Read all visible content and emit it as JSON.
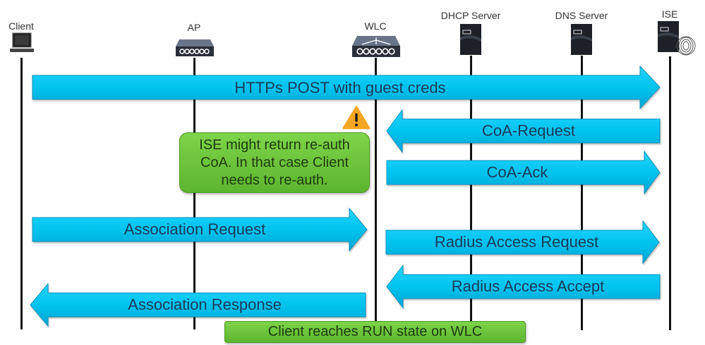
{
  "participants": [
    {
      "id": "client",
      "label": "Client",
      "icon": "laptop-icon"
    },
    {
      "id": "ap",
      "label": "AP",
      "icon": "access-point-icon"
    },
    {
      "id": "wlc",
      "label": "WLC",
      "icon": "wireless-controller-icon"
    },
    {
      "id": "dhcp",
      "label": "DHCP Server",
      "icon": "server-icon"
    },
    {
      "id": "dns",
      "label": "DNS Server",
      "icon": "server-icon"
    },
    {
      "id": "ise",
      "label": "ISE",
      "icon": "server-fingerprint-icon"
    }
  ],
  "messages": [
    {
      "label": "HTTPs POST with guest creds",
      "from": "client",
      "to": "ise",
      "direction": "right"
    },
    {
      "label": "CoA-Request",
      "from": "ise",
      "to": "wlc",
      "direction": "left"
    },
    {
      "label": "CoA-Ack",
      "from": "wlc",
      "to": "ise",
      "direction": "right"
    },
    {
      "label": "Association Request",
      "from": "client",
      "to": "wlc",
      "direction": "right"
    },
    {
      "label": "Radius Access Request",
      "from": "wlc",
      "to": "ise",
      "direction": "right"
    },
    {
      "label": "Radius Access Accept",
      "from": "ise",
      "to": "wlc",
      "direction": "left"
    },
    {
      "label": "Association Response",
      "from": "wlc",
      "to": "client",
      "direction": "left"
    }
  ],
  "note": {
    "text_line1": "ISE might return re-auth",
    "text_line2": "CoA. In that case Client",
    "text_line3": "needs to re-auth.",
    "icon": "warning-icon"
  },
  "status_bar": {
    "text": "Client reaches RUN state on WLC"
  },
  "colors": {
    "arrow": "#00c8f0",
    "arrow_border": "#0a8fb8",
    "note": "#6cc63a",
    "lifeline": "#111111",
    "warning": "#f5a623"
  }
}
